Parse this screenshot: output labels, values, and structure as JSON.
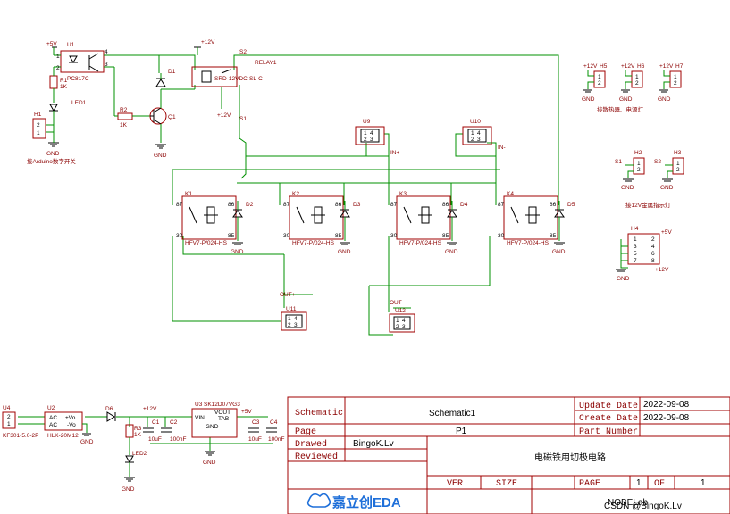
{
  "labels": {
    "v5": "+5V",
    "v12": "+12V",
    "gnd": "GND",
    "u1": "U1",
    "pc817c": "PC817C",
    "r1": "R1",
    "k1": "1K",
    "led1": "LED1",
    "h1": "H1",
    "arduino_note": "接Arduino数字开关",
    "r2": "R2",
    "q1": "Q1",
    "d1": "D1",
    "s2": "S2",
    "relay1": "RELAY1",
    "srd": "SRD-12VDC-SL-C",
    "s1": "S1",
    "u9": "U9",
    "u10": "U10",
    "in_plus": "IN+",
    "in_minus": "IN-",
    "k1r": "K1",
    "k2r": "K2",
    "k3r": "K3",
    "k4r": "K4",
    "d2": "D2",
    "d3": "D3",
    "d4": "D4",
    "d5": "D5",
    "hfv7": "HFV7-P/024-HS",
    "p87": "87",
    "p86": "86",
    "p30": "30",
    "p85": "85",
    "out_plus": "OUT+",
    "out_minus": "OUT-",
    "u11": "U11",
    "u12": "U12",
    "h5": "H5",
    "h6": "H6",
    "h7": "H7",
    "h5_note": "接散热器、电源灯",
    "h2": "H2",
    "h3": "H3",
    "h4": "H4",
    "sw_s1": "S1",
    "sw_s2": "S2",
    "h23_note": "接12V金属指示灯",
    "u4": "U4",
    "kf301": "KF301-5.0-2P",
    "u2": "U2",
    "hlk": "HLK-20M12",
    "ac": "AC",
    "vo_plus": "+Vo",
    "vo_minus": "-Vo",
    "d6": "D6",
    "r3": "R3",
    "led2": "LED2",
    "c1": "C1",
    "c2": "C2",
    "c3": "C3",
    "c4": "C4",
    "uf10": "10uF",
    "nf100": "100nF",
    "u3": "U3",
    "sk12": "SK12D07VG3",
    "vin": "VIN",
    "vout": "VOUT",
    "tab": "TAB"
  },
  "title_block": {
    "schematic_label": "Schematic",
    "schematic_value": "Schematic1",
    "page_label": "Page",
    "page_value": "P1",
    "drawed_label": "Drawed",
    "drawed_value": "BingoK.Lv",
    "reviewed_label": "Reviewed",
    "update_label": "Update Date",
    "update_value": "2022-09-08",
    "create_label": "Create Date",
    "create_value": "2022-09-08",
    "part_label": "Part Number",
    "title": "电磁铁用切极电路",
    "ver_label": "VER",
    "size_label": "SIZE",
    "page_n_label": "PAGE",
    "page_n": "1",
    "of_label": "OF",
    "of_n": "1",
    "company": "NOBELab",
    "logo_text": "嘉立创EDA",
    "watermark": "CSDN @BingoK.Lv"
  }
}
